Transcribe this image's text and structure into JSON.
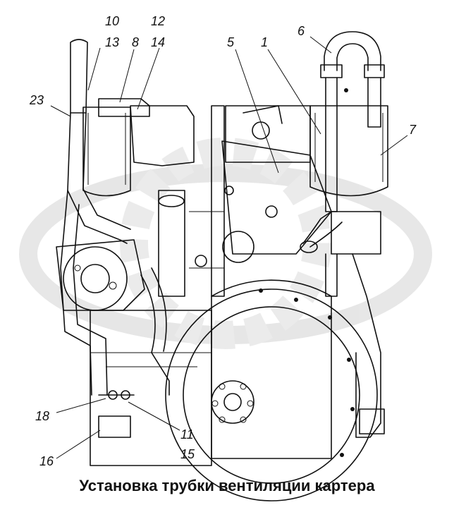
{
  "callouts": {
    "c10": "10",
    "c13": "13",
    "c8": "8",
    "c12": "12",
    "c14": "14",
    "c5": "5",
    "c1": "1",
    "c6": "6",
    "c7": "7",
    "c23": "23",
    "c18": "18",
    "c16": "16",
    "c11": "11",
    "c15": "15"
  },
  "caption": "Установка трубки вентиляции картера",
  "watermark": {
    "color": "#d9d9d9"
  }
}
